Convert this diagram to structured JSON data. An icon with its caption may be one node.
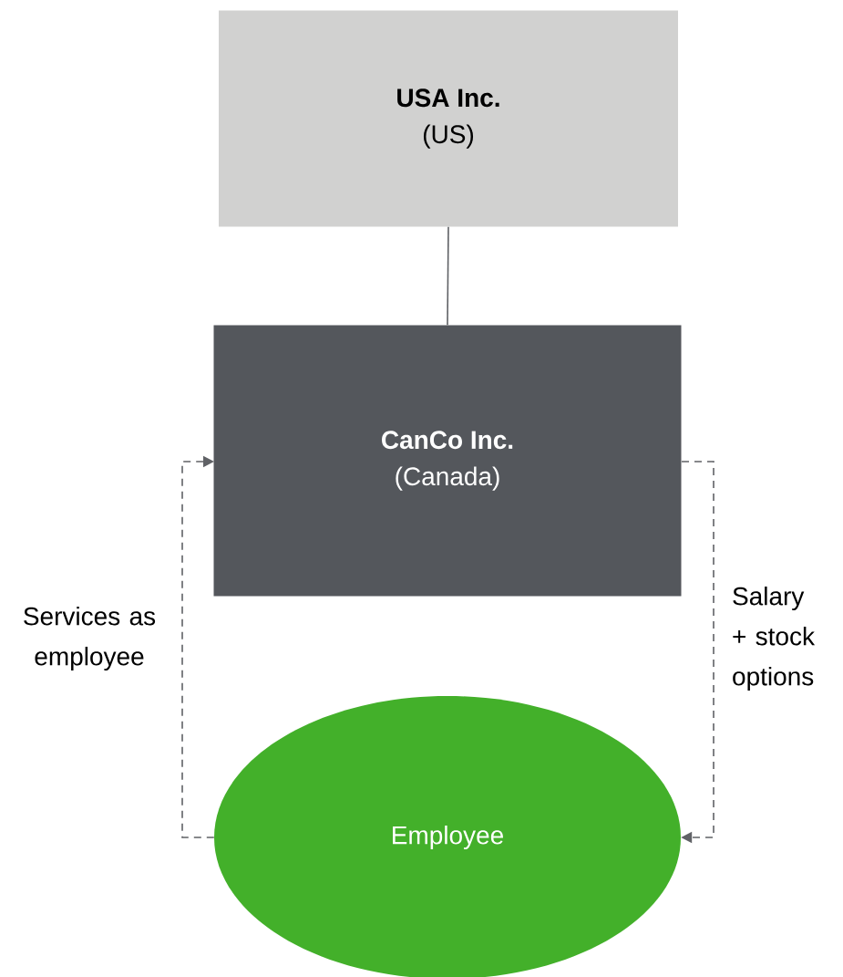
{
  "diagram": {
    "nodes": [
      {
        "text": [
          "USA Inc.",
          "(US)"
        ]
      },
      {
        "text": [
          "CanCo Inc.",
          "(Canada)"
        ]
      },
      {
        "text": [
          "Employee"
        ]
      }
    ],
    "edges": [
      {
        "from": 0,
        "to": 1,
        "arrow": "none"
      },
      {
        "from": 2,
        "to": 1,
        "arrow": "to",
        "style": "dashed",
        "label": "Services as employee"
      },
      {
        "from": 1,
        "to": 2,
        "arrow": "to",
        "style": "dashed",
        "label": "Salary + stock options"
      }
    ]
  }
}
